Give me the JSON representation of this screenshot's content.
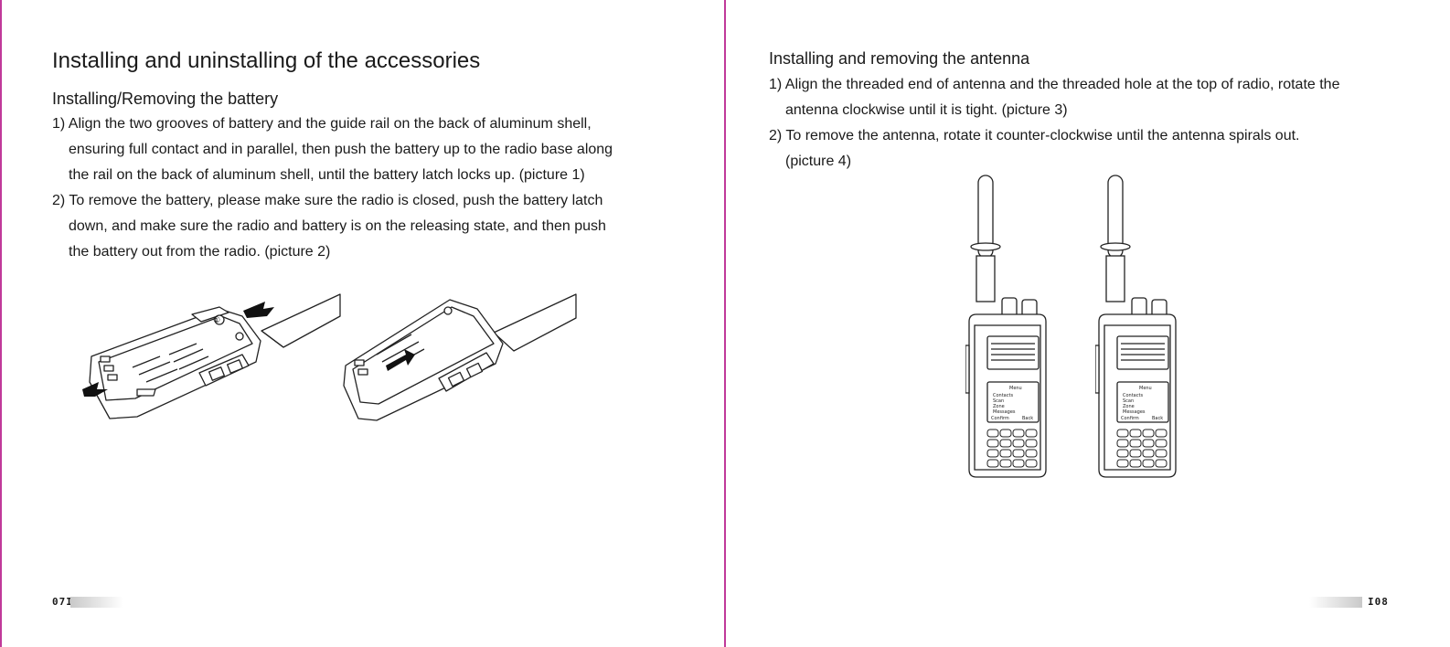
{
  "left_page": {
    "title": "Installing and uninstalling of the accessories",
    "section_title": "Installing/Removing the battery",
    "steps": [
      {
        "first_line": "1) Align the two grooves of battery and the guide rail on the back of aluminum shell,",
        "line_2": "ensuring full contact and in parallel, then push the battery up to the radio base along",
        "line_3": "the rail on the back of aluminum shell, until the battery latch locks up. (picture 1)"
      },
      {
        "first_line": "2) To remove the battery, please make sure the radio is closed, push the battery latch",
        "line_2": "down, and make sure the radio and battery is on the releasing state, and then push",
        "line_3": "the battery out from the radio. (picture 2)"
      }
    ],
    "figure_callout": "①",
    "page_number": "07I"
  },
  "right_page": {
    "section_title": "Installing and removing the antenna",
    "steps": [
      {
        "first_line": "1) Align the threaded end of antenna and the threaded hole at the top of radio, rotate the",
        "line_2": "antenna clockwise until it is tight. (picture 3)"
      },
      {
        "first_line": "2) To remove the antenna, rotate it counter-clockwise until the antenna spirals out.",
        "line_2": "(picture 4)"
      }
    ],
    "radio_screen": {
      "header": "Menu",
      "items": [
        "Contacts",
        "Scan",
        "Zone",
        "Messages"
      ],
      "softkey_left": "Confirm",
      "softkey_right": "Back"
    },
    "page_number": "I08"
  },
  "colors": {
    "divider": "#c0399a",
    "text": "#1a1a1a"
  }
}
